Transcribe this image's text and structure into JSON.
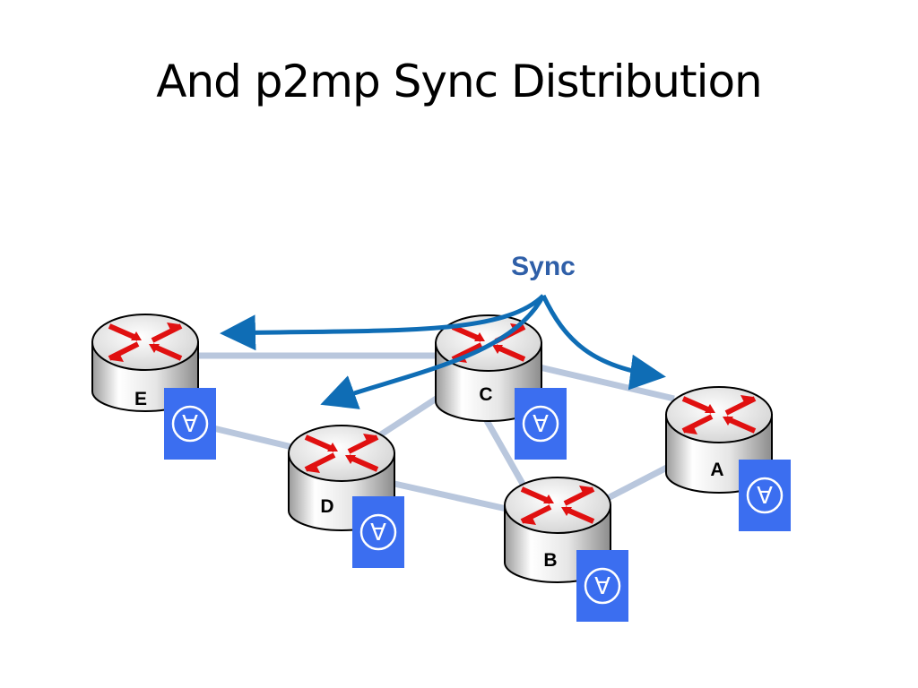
{
  "title": "And p2mp Sync Distribution",
  "sync_label": "Sync",
  "colors": {
    "sync_arrow": "#0f6db5",
    "sync_text": "#2f5fa8",
    "clock_box": "#3b6ef0",
    "router_arrow": "#e01010",
    "link": "#b9c7dd"
  },
  "nodes": [
    {
      "id": "E",
      "label": "E"
    },
    {
      "id": "C",
      "label": "C"
    },
    {
      "id": "D",
      "label": "D"
    },
    {
      "id": "B",
      "label": "B"
    },
    {
      "id": "A",
      "label": "A"
    }
  ],
  "links": [
    [
      "E",
      "C"
    ],
    [
      "E",
      "D"
    ],
    [
      "C",
      "D"
    ],
    [
      "C",
      "B"
    ],
    [
      "C",
      "A"
    ],
    [
      "D",
      "B"
    ],
    [
      "B",
      "A"
    ]
  ],
  "clock_symbol": "∀",
  "sync_targets": [
    "E",
    "D",
    "A"
  ]
}
